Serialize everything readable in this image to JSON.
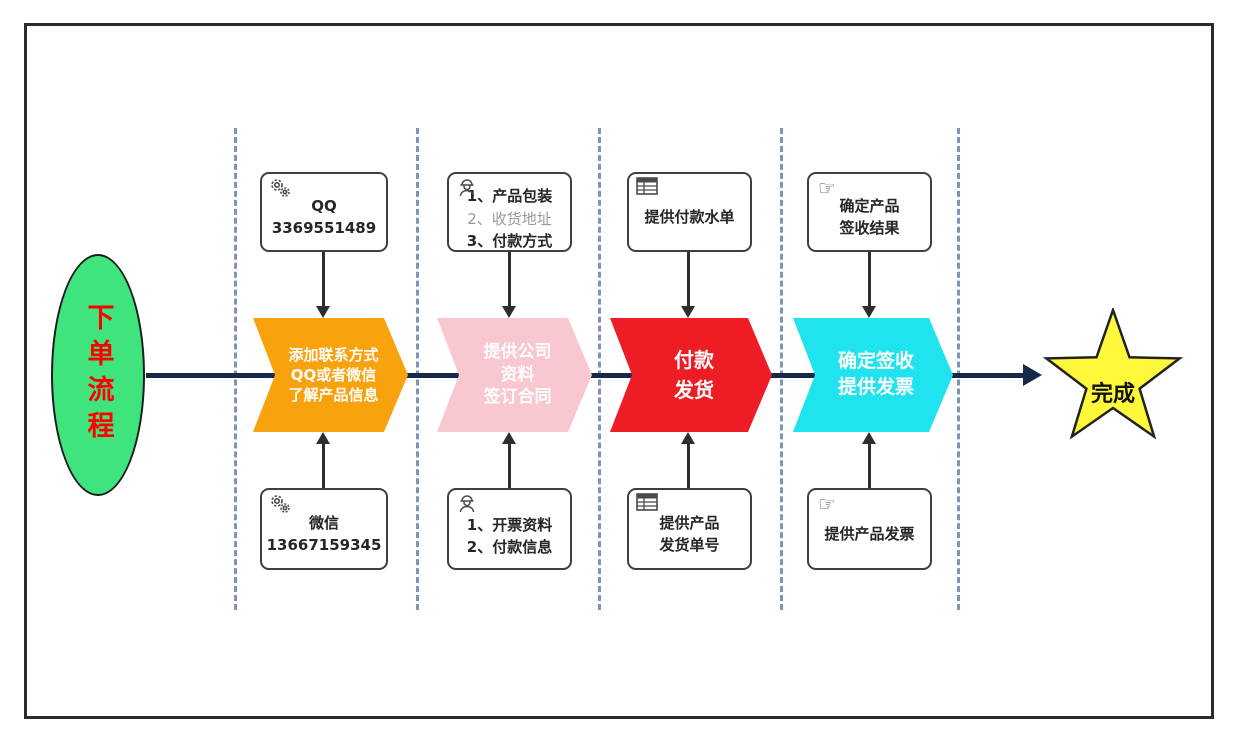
{
  "diagram": {
    "start": {
      "label": "下单流程",
      "fill": "#3FE47D",
      "text_color": "#FF0000"
    },
    "steps": [
      {
        "lines": [
          "添加联系方式",
          "QQ或者微信",
          "了解产品信息"
        ],
        "fill": "#F8A20D"
      },
      {
        "lines": [
          "提供公司",
          "资料",
          "签订合同"
        ],
        "fill": "#F9C7CF"
      },
      {
        "lines": [
          "付款",
          "发货"
        ],
        "fill": "#EE1C25"
      },
      {
        "lines": [
          "确定签收",
          "提供发票"
        ],
        "fill": "#1FE3EE"
      }
    ],
    "end": {
      "label": "完成",
      "fill": "#FFF83B"
    },
    "top_notes": [
      {
        "icon": "gears-icon",
        "lines": [
          "QQ",
          "3369551489"
        ]
      },
      {
        "icon": "worker-icon",
        "lines": [
          "1、产品包装",
          "2、收货地址",
          "3、付款方式"
        ]
      },
      {
        "icon": "table-icon",
        "lines": [
          "提供付款水单"
        ]
      },
      {
        "icon": "hand-icon",
        "lines": [
          "确定产品",
          "签收结果"
        ]
      }
    ],
    "bottom_notes": [
      {
        "icon": "gears-icon",
        "lines": [
          "微信",
          "13667159345"
        ]
      },
      {
        "icon": "worker-icon",
        "lines": [
          "1、开票资料",
          "2、付款信息"
        ]
      },
      {
        "icon": "table-icon",
        "lines": [
          "提供产品",
          "发货单号"
        ]
      },
      {
        "icon": "hand-icon",
        "lines": [
          "提供产品发票"
        ]
      }
    ],
    "line_color": "#16294A",
    "divider_color": "#7E96B5"
  }
}
